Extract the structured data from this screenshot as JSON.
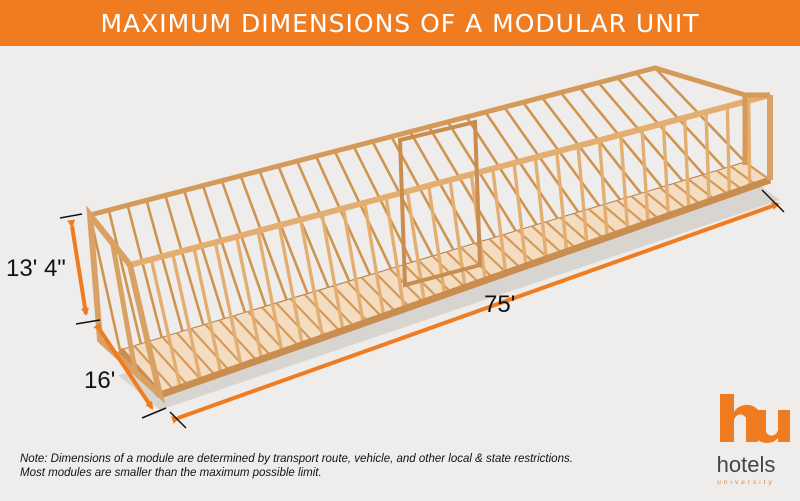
{
  "header": {
    "title": "MAXIMUM DIMENSIONS OF A MODULAR UNIT"
  },
  "dimensions": {
    "height": "13' 4\"",
    "width": "16'",
    "length": "75'"
  },
  "note": {
    "line1": "Note: Dimensions of a module are determined by transport route, vehicle, and other local & state restrictions.",
    "line2": "Most modules are smaller than the maximum possible limit."
  },
  "logo": {
    "word": "hotels",
    "sub": "university"
  },
  "colors": {
    "accent": "#f07c22",
    "wood": "#e3ae6f",
    "wood_dark": "#b07a45",
    "background": "#eeedeb"
  },
  "icons": {
    "logo": "hu-monogram-icon"
  }
}
